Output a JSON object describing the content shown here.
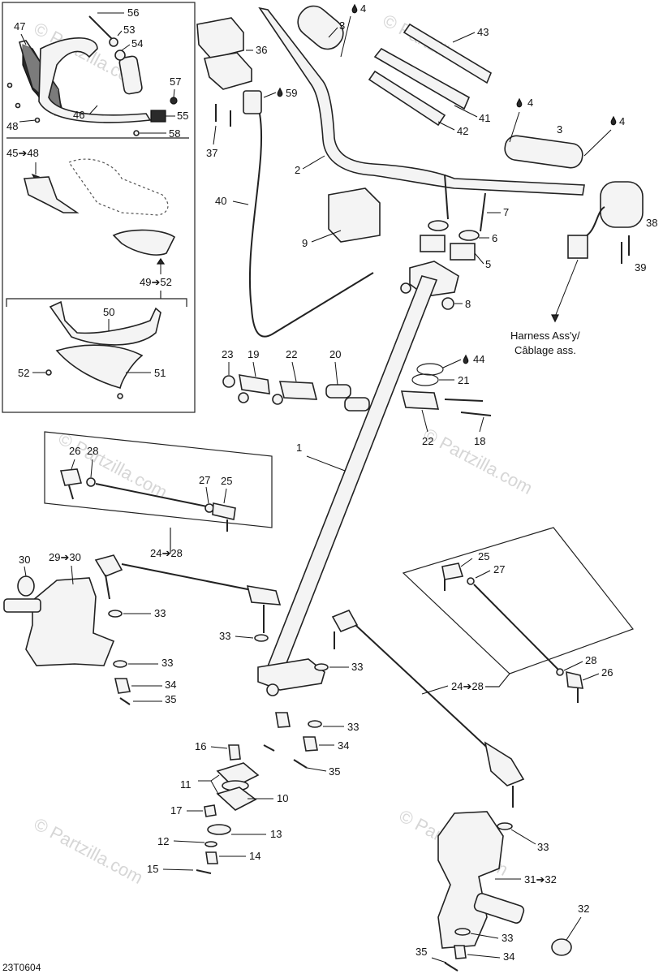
{
  "watermark": {
    "text": "© Partzilla.com",
    "color": "#d6d6d6"
  },
  "colors": {
    "line": "#222222",
    "fill": "#f4f4f4",
    "dark": "#2a2a2a",
    "background": "#ffffff"
  },
  "figure_code": "23T0604",
  "callouts": {
    "c1": "1",
    "c2": "2",
    "c3a": "3",
    "c3b": "3",
    "c4a": "4",
    "c4b": "4",
    "c4c": "4",
    "c5": "5",
    "c6": "6",
    "c7": "7",
    "c8": "8",
    "c9": "9",
    "c10": "10",
    "c11": "11",
    "c12": "12",
    "c13": "13",
    "c14": "14",
    "c15": "15",
    "c16": "16",
    "c17": "17",
    "c18": "18",
    "c19": "19",
    "c20": "20",
    "c21": "21",
    "c22a": "22",
    "c22b": "22",
    "c23": "23",
    "c24_28a": "24➔28",
    "c24_28b": "24➔28",
    "c25a": "25",
    "c25b": "25",
    "c26a": "26",
    "c26b": "26",
    "c27a": "27",
    "c27b": "27",
    "c28a": "28",
    "c28b": "28",
    "c29_30": "29➔30",
    "c30": "30",
    "c31_32": "31➔32",
    "c32": "32",
    "c33a": "33",
    "c33b": "33",
    "c33c": "33",
    "c33d": "33",
    "c33e": "33",
    "c33f": "33",
    "c33g": "33",
    "c34a": "34",
    "c34b": "34",
    "c34c": "34",
    "c35a": "35",
    "c35b": "35",
    "c35c": "35",
    "c36": "36",
    "c37": "37",
    "c38": "38",
    "c39": "39",
    "c40": "40",
    "c41": "41",
    "c42": "42",
    "c43": "43",
    "c44": "44",
    "c45_48": "45➔48",
    "c46": "46",
    "c47": "47",
    "c48": "48",
    "c49_52": "49➔52",
    "c50": "50",
    "c51": "51",
    "c52": "52",
    "c53": "53",
    "c54": "54",
    "c55": "55",
    "c56": "56",
    "c57": "57",
    "c58": "58",
    "c59": "59"
  },
  "harness_label": {
    "line1": "Harness Ass'y/",
    "line2": "Câblage ass."
  }
}
